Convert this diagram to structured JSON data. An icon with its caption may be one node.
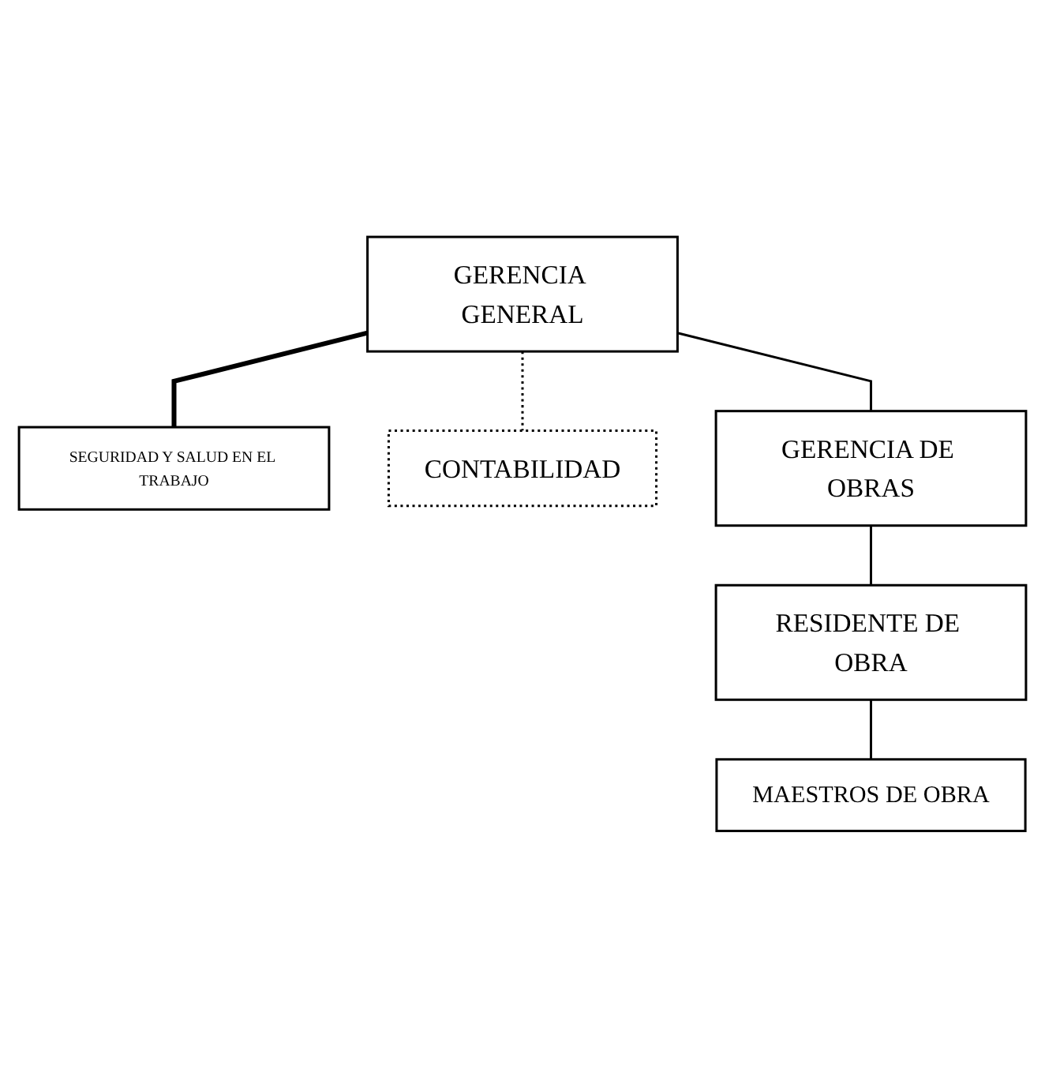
{
  "diagram": {
    "nodes": [
      {
        "text": [
          "GERENCIA GENERAL"
        ]
      },
      {
        "text": [
          "SEGURIDAD Y SALUD EN EL TRABAJO"
        ]
      },
      {
        "text": [
          "CONTABILIDAD"
        ]
      },
      {
        "text": [
          "GERENCIA DE OBRAS"
        ]
      },
      {
        "text": [
          "RESIDENTE DE OBRA"
        ]
      },
      {
        "text": [
          "MAESTROS DE OBRA"
        ]
      }
    ],
    "edges": [
      {
        "from": 0,
        "to": 1,
        "arrow": "none",
        "style": "thick"
      },
      {
        "from": 0,
        "to": 2,
        "arrow": "none",
        "style": "dashed"
      },
      {
        "from": 0,
        "to": 3,
        "arrow": "none"
      },
      {
        "from": 3,
        "to": 4,
        "arrow": "none"
      },
      {
        "from": 4,
        "to": 5,
        "arrow": "none"
      }
    ]
  }
}
